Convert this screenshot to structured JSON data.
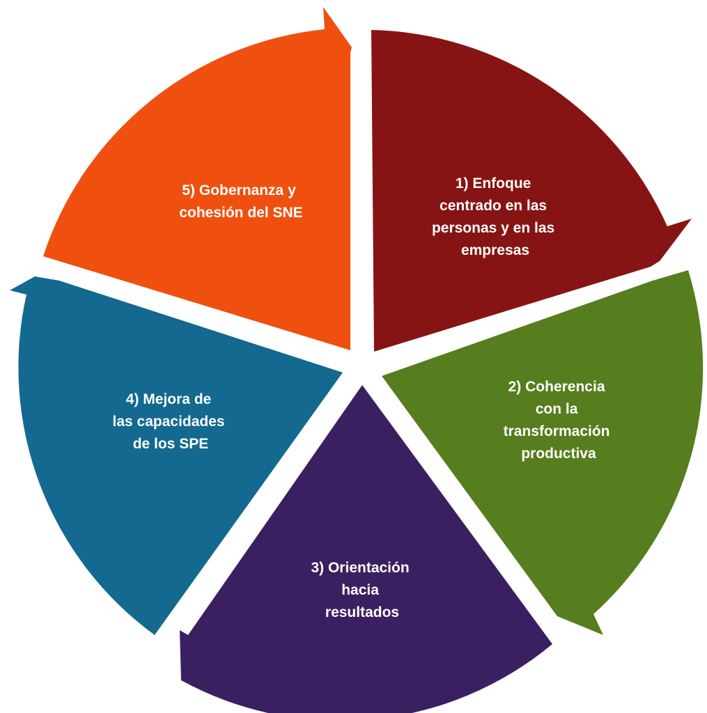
{
  "diagram": {
    "segments": [
      {
        "id": "1",
        "lines": [
          "1) Enfoque",
          "centrado en las",
          "personas y en las",
          "empresas"
        ],
        "color": "#871414"
      },
      {
        "id": "2",
        "lines": [
          "2) Coherencia",
          "con la",
          "transformación",
          "productiva"
        ],
        "color": "#567d1e"
      },
      {
        "id": "3",
        "lines": [
          "3) Orientación",
          "hacia",
          "resultados"
        ],
        "color": "#3a2060"
      },
      {
        "id": "4",
        "lines": [
          "4) Mejora de",
          "las capacidades",
          "de los SPE"
        ],
        "color": "#13698f"
      },
      {
        "id": "5",
        "lines": [
          "5) Gobernanza y",
          "cohesión del SNE"
        ],
        "color": "#ef5010"
      }
    ]
  }
}
